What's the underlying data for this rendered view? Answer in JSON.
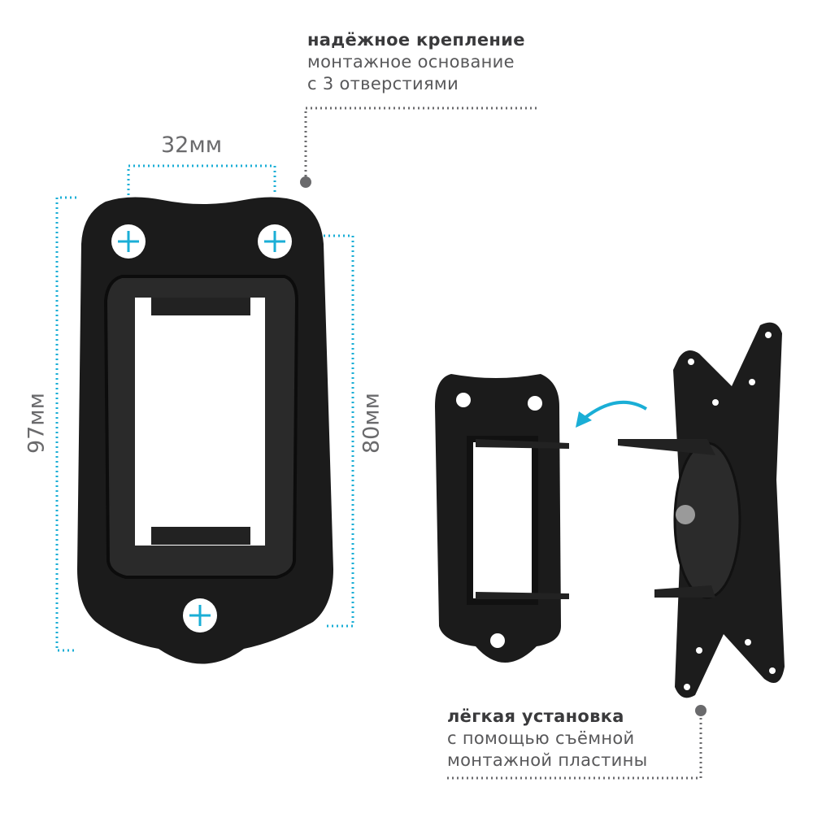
{
  "top_caption": {
    "title": "надёжное крепление",
    "line1": "монтажное основание",
    "line2": "с 3 отверстиями"
  },
  "bottom_caption": {
    "title": "лёгкая установка",
    "line1": "с помощью съёмной",
    "line2": "монтажной пластины"
  },
  "dimensions": {
    "hole_spacing": "32мм",
    "height_total": "97мм",
    "height_holes": "80мм"
  },
  "colors": {
    "accent": "#1aaed6",
    "text": "#58585a",
    "metal": "#1b1b1b"
  }
}
